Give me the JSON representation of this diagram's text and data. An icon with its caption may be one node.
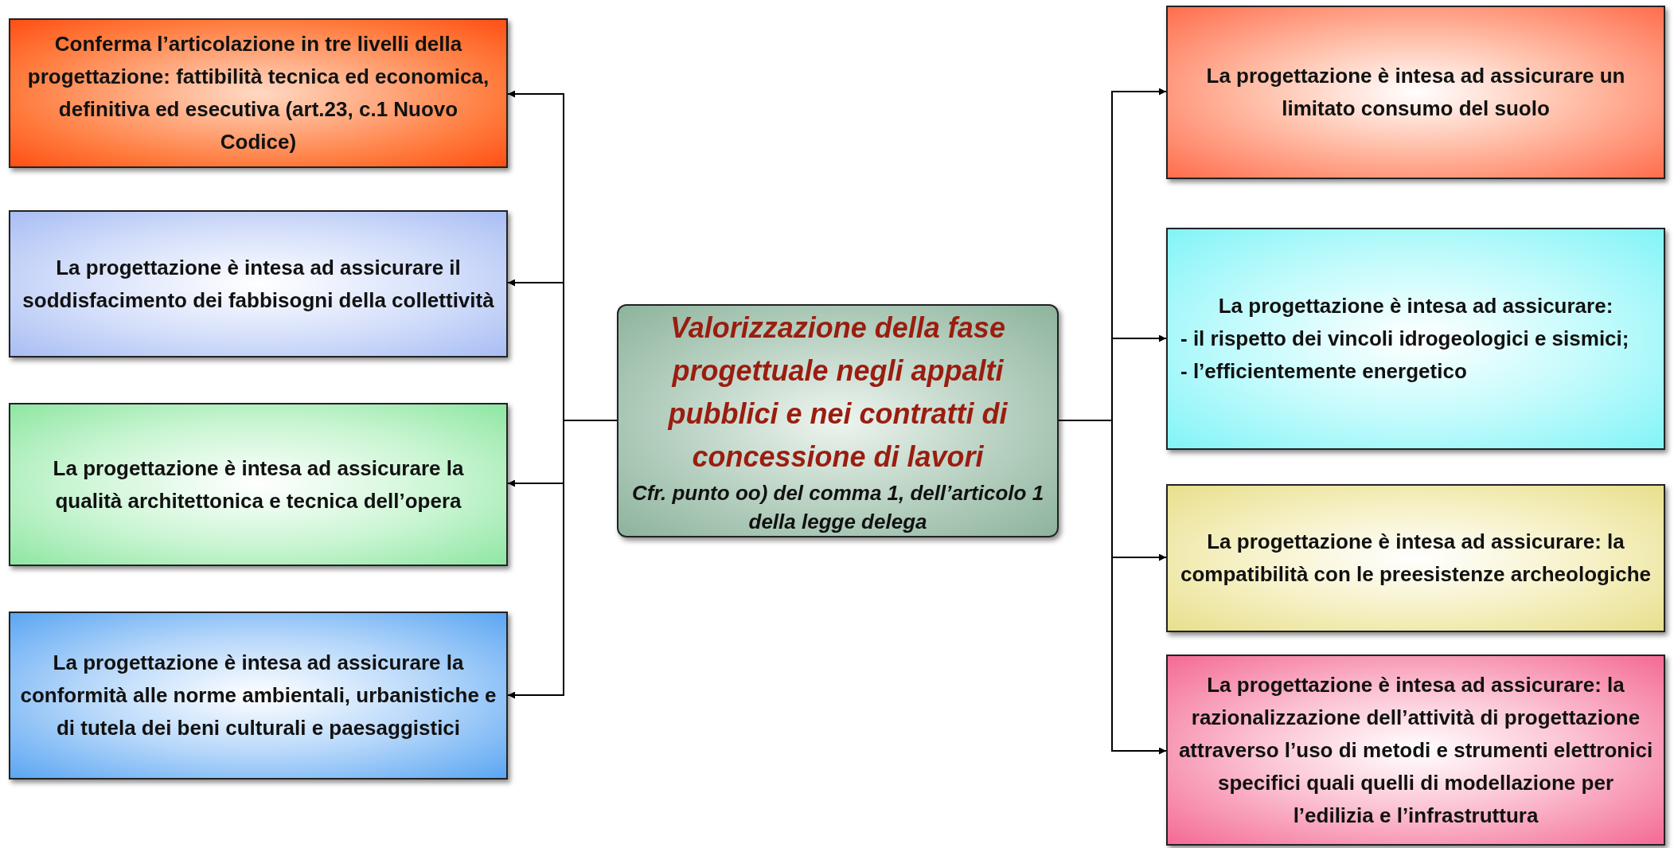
{
  "diagram": {
    "nodes": [
      {
        "text": [
          "Conferma l’articolazione in tre livelli della progettazione: fattibilità tecnica ed economica, definitiva ed esecutiva (art.23, c.1 Nuovo Codice)"
        ]
      },
      {
        "text": [
          "La progettazione è intesa ad assicurare il soddisfacimento dei fabbisogni della collettività"
        ]
      },
      {
        "text": [
          "La progettazione è intesa ad assicurare la qualità architettonica e tecnica dell’opera"
        ]
      },
      {
        "text": [
          "La progettazione è intesa ad assicurare la conformità alle norme ambientali, urbanistiche e di tutela dei beni culturali e paesaggistici"
        ]
      },
      {
        "text": [
          "Valorizzazione della fase progettuale negli appalti pubblici e nei contratti di concessione di lavori",
          "Cfr. punto oo) del comma 1, dell’articolo 1 della legge delega"
        ]
      },
      {
        "text": [
          "La progettazione è intesa ad assicurare un limitato consumo del suolo"
        ]
      },
      {
        "text": [
          "La progettazione è intesa ad assicurare:",
          "- il rispetto dei vincoli idrogeologici e sismici;",
          "- l’efficientemente energetico"
        ]
      },
      {
        "text": [
          "La progettazione è intesa ad assicurare: la compatibilità con le preesistenze archeologiche"
        ]
      },
      {
        "text": [
          "La progettazione è intesa ad assicurare: la razionalizzazione dell’attività di progettazione attraverso l’uso di metodi e strumenti elettronici specifici quali quelli di modellazione per l’edilizia e l’infrastruttura"
        ]
      }
    ],
    "edges": [
      {
        "from": 4,
        "to": 0,
        "arrow": "to"
      },
      {
        "from": 4,
        "to": 1,
        "arrow": "to"
      },
      {
        "from": 4,
        "to": 2,
        "arrow": "to"
      },
      {
        "from": 4,
        "to": 3,
        "arrow": "to"
      },
      {
        "from": 4,
        "to": 5,
        "arrow": "to"
      },
      {
        "from": 4,
        "to": 6,
        "arrow": "to"
      },
      {
        "from": 4,
        "to": 7,
        "arrow": "to"
      },
      {
        "from": 4,
        "to": 8,
        "arrow": "to"
      }
    ]
  }
}
